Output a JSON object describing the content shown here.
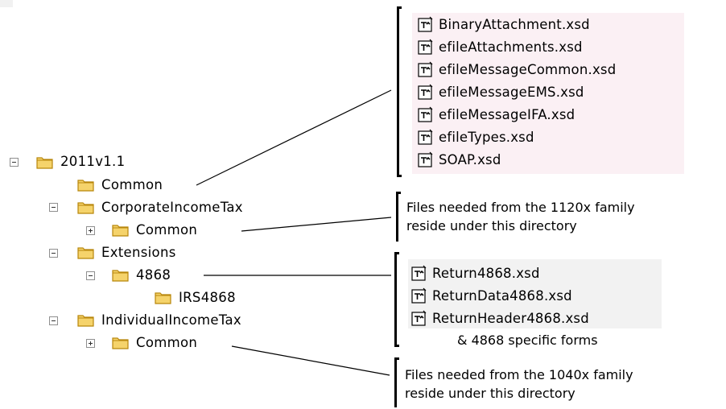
{
  "tree": {
    "root": "2011v1.1",
    "common": "Common",
    "corporate": "CorporateIncomeTax",
    "corporate_common": "Common",
    "extensions": "Extensions",
    "ext_4868": "4868",
    "irs4868": "IRS4868",
    "individual": "IndividualIncomeTax",
    "individual_common": "Common"
  },
  "common_files": [
    "BinaryAttachment.xsd",
    "efileAttachments.xsd",
    "efileMessageCommon.xsd",
    "efileMessageEMS.xsd",
    "efileMessageIFA.xsd",
    "efileTypes.xsd",
    "SOAP.xsd"
  ],
  "notes": {
    "corporate_line1": "Files needed from the 1120x family",
    "corporate_line2": "reside under this directory",
    "individual_line1": "Files needed from the 1040x family",
    "individual_line2": "reside under this directory"
  },
  "files_4868": [
    "Return4868.xsd",
    "ReturnData4868.xsd",
    "ReturnHeader4868.xsd"
  ],
  "caption_4868": "& 4868 specific forms",
  "colors": {
    "folder_fill": "#f5d36b",
    "folder_outline": "#b8860b",
    "common_panel": "#fbf0f4",
    "files_4868_panel": "#f2f2f2"
  },
  "icons": {
    "expanded": "minus-box-icon",
    "collapsed": "plus-box-icon",
    "folder": "folder-icon",
    "file": "xsd-file-icon"
  }
}
